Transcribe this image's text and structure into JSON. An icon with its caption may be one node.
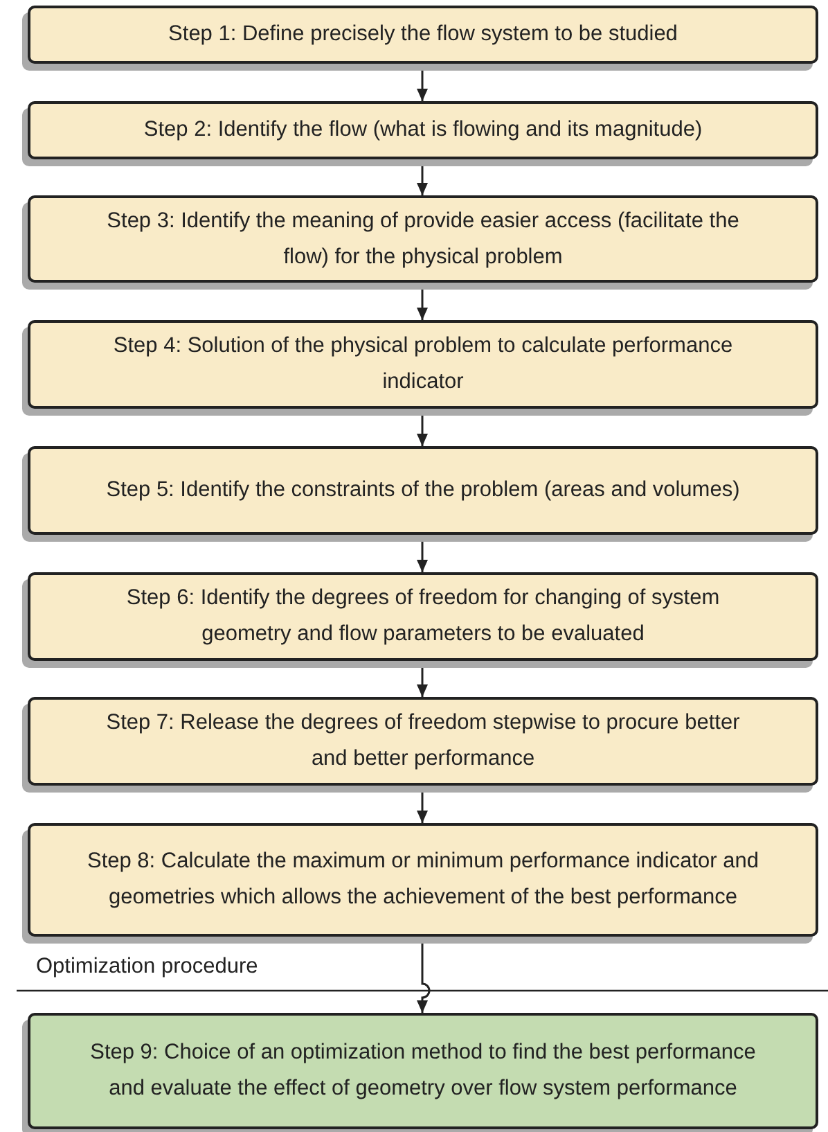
{
  "diagram": {
    "nodes": [
      {
        "text": [
          "Step 1: Define precisely the flow system to be studied"
        ]
      },
      {
        "text": [
          "Step 2: Identify the flow (what is flowing and its magnitude)"
        ]
      },
      {
        "text": [
          "Step 3: Identify the meaning of provide easier access (facilitate the flow) for the physical problem"
        ]
      },
      {
        "text": [
          "Step 4: Solution of the physical problem to calculate performance indicator"
        ]
      },
      {
        "text": [
          "Step 5: Identify the constraints of the problem (areas and volumes)"
        ]
      },
      {
        "text": [
          "Step 6: Identify the degrees of freedom for changing of system geometry and flow parameters to be evaluated"
        ]
      },
      {
        "text": [
          "Step 7: Release the degrees of freedom stepwise to procure better and better performance"
        ]
      },
      {
        "text": [
          "Step 8: Calculate the maximum or minimum performance indicator and geometries which allows the achievement of the best performance"
        ]
      },
      {
        "text": [
          "Step 9: Choice of an optimization method to find the best performance and evaluate the effect of geometry over flow system performance"
        ]
      }
    ],
    "edges": [
      {
        "from": 0,
        "to": 1,
        "arrow": "to"
      },
      {
        "from": 1,
        "to": 2,
        "arrow": "to"
      },
      {
        "from": 2,
        "to": 3,
        "arrow": "to"
      },
      {
        "from": 3,
        "to": 4,
        "arrow": "to"
      },
      {
        "from": 4,
        "to": 5,
        "arrow": "to"
      },
      {
        "from": 5,
        "to": 6,
        "arrow": "to"
      },
      {
        "from": 6,
        "to": 7,
        "arrow": "to"
      },
      {
        "from": 7,
        "to": 8,
        "arrow": "to"
      }
    ],
    "labels": [
      "Optimization procedure"
    ]
  }
}
